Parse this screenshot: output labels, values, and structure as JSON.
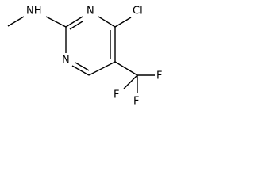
{
  "molecule": {
    "atoms": {
      "nh": "NH",
      "n1": "N",
      "n3": "N",
      "cl": "Cl",
      "f1": "F",
      "f2": "F",
      "f3": "F"
    }
  }
}
